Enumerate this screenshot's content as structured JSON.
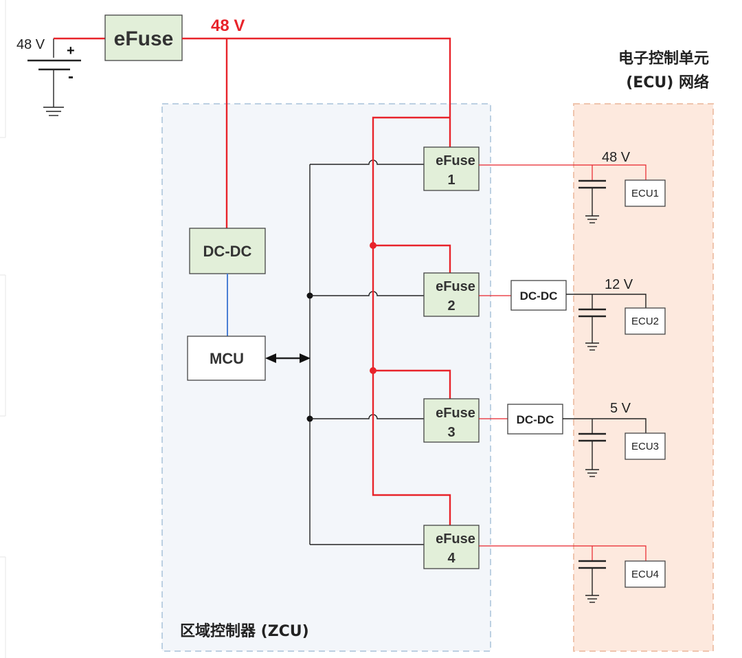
{
  "labels": {
    "source_voltage": "48 V",
    "bus_voltage": "48 V",
    "plus": "+",
    "minus": "-",
    "main_efuse": "eFuse",
    "zcu_dcdc": "DC-DC",
    "mcu": "MCU",
    "zcu_title": "区域控制器 (ZCU)",
    "ecu_title_line1": "电子控制单元",
    "ecu_title_line2": "(ECU) 网络"
  },
  "efuses": [
    {
      "line1": "eFuse",
      "line2": "1"
    },
    {
      "line1": "eFuse",
      "line2": "2"
    },
    {
      "line1": "eFuse",
      "line2": "3"
    },
    {
      "line1": "eFuse",
      "line2": "4"
    }
  ],
  "converters": [
    {
      "label": "DC-DC"
    },
    {
      "label": "DC-DC"
    }
  ],
  "ecus": [
    {
      "name": "ECU1",
      "voltage": "48 V"
    },
    {
      "name": "ECU2",
      "voltage": "12 V"
    },
    {
      "name": "ECU3",
      "voltage": "5 V"
    },
    {
      "name": "ECU4",
      "voltage": ""
    }
  ],
  "colors": {
    "power_line": "#e8232a",
    "signal_line": "#222222",
    "control_link": "#4a7fd4",
    "zcu_zone": "#f3f6fa",
    "ecu_zone": "#fde9de",
    "component_fill": "#e2efd9"
  }
}
